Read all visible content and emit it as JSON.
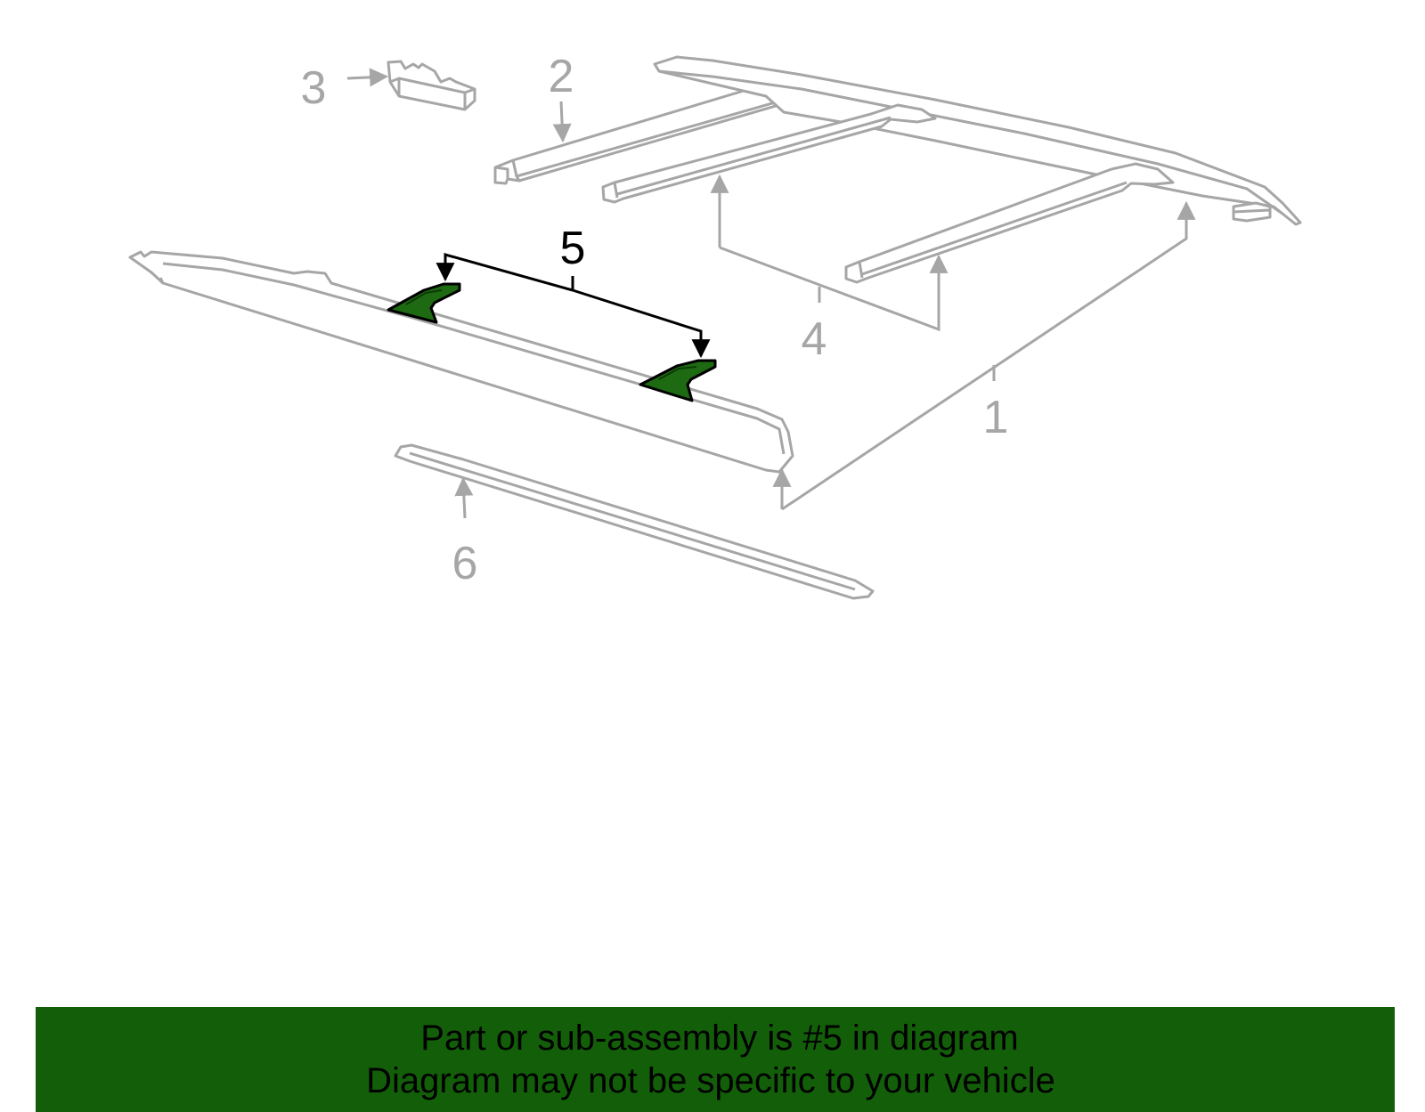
{
  "callouts": {
    "part_1": "1",
    "part_2": "2",
    "part_3": "3",
    "part_4": "4",
    "part_5": "5",
    "part_6": "6"
  },
  "banner": {
    "line1": "Part or sub-assembly is #5 in diagram",
    "line2": "Diagram may not be specific to your vehicle"
  },
  "colors": {
    "outline": "#a6a6a6",
    "highlight_fill": "#1e6a12",
    "banner_bg": "#135f09",
    "highlight_label": "#000000"
  }
}
